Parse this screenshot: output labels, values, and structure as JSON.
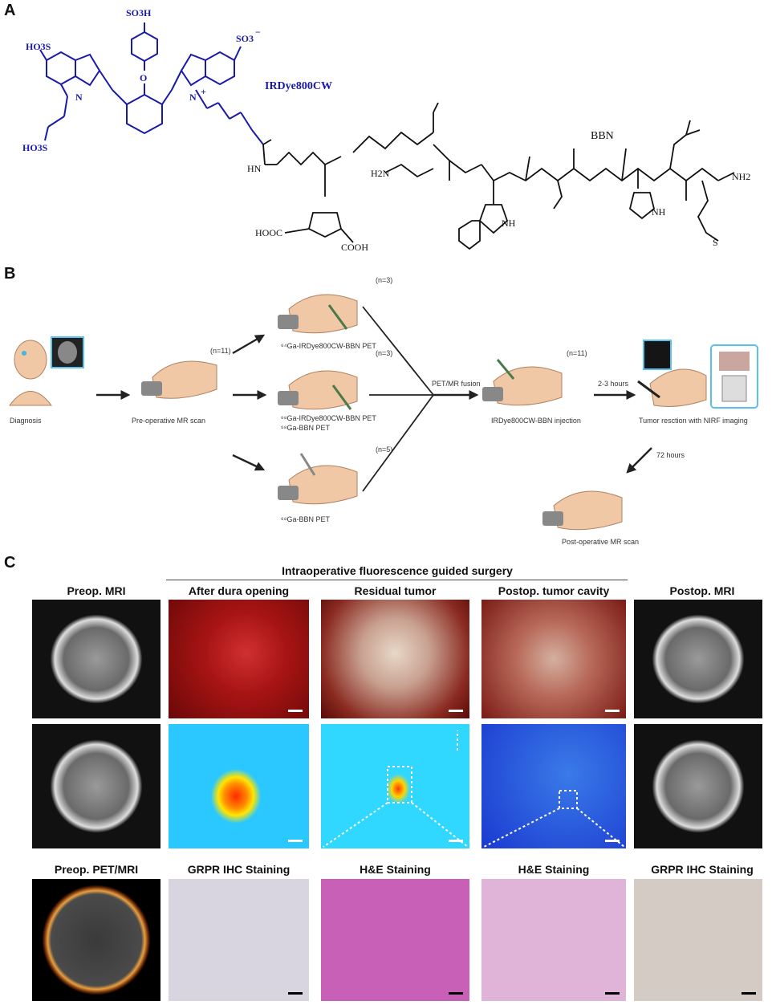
{
  "panels": {
    "a": "A",
    "b": "B",
    "c": "C"
  },
  "panel_a": {
    "dye_name": "IRDye800CW",
    "peptide_name": "BBN",
    "groups": {
      "so3h": "SO3H",
      "ho3s_left": "HO3S",
      "so3_minus": "SO3",
      "ho3s_chain": "HO3S",
      "o": "O",
      "n": "N",
      "n_plus": "N",
      "plus": "+",
      "minus": "−",
      "hn": "HN",
      "h2n": "H2N",
      "nh2": "NH2",
      "nh": "NH",
      "hooc": "HOOC",
      "cooh": "COOH",
      "s": "S"
    }
  },
  "panel_b": {
    "diagnosis": "Diagnosis",
    "preop_mr": "Pre-operative MR scan",
    "n11_a": "(n=11)",
    "pet1": "⁶⁴Ga-IRDye800CW-BBN PET",
    "n3_a": "(n=3)",
    "pet2_line1": "⁶⁸Ga-IRDye800CW-BBN PET",
    "pet2_line2": "⁶⁸Ga-BBN PET",
    "n3_b": "(n=3)",
    "pet3": "⁶⁸Ga-BBN PET",
    "n5": "(n=5)",
    "fusion": "PET/MR fusion",
    "injection": "IRDye800CW-BBN injection",
    "n11_b": "(n=11)",
    "hours_2_3": "2-3 hours",
    "resection": "Tumor resction with NIRF imaging",
    "hours_72": "72 hours",
    "postop_mr": "Post-operative MR scan"
  },
  "panel_c": {
    "group_title": "Intraoperative fluorescence guided surgery",
    "col_preop": "Preop. MRI",
    "col_dura": "After dura opening",
    "col_residual": "Residual tumor",
    "col_cavity": "Postop.  tumor cavity",
    "col_postop": "Postop. MRI",
    "row3": [
      "Preop. PET/MRI",
      "GRPR IHC Staining",
      "H&E Staining",
      "H&E Staining",
      "GRPR IHC Staining"
    ]
  }
}
